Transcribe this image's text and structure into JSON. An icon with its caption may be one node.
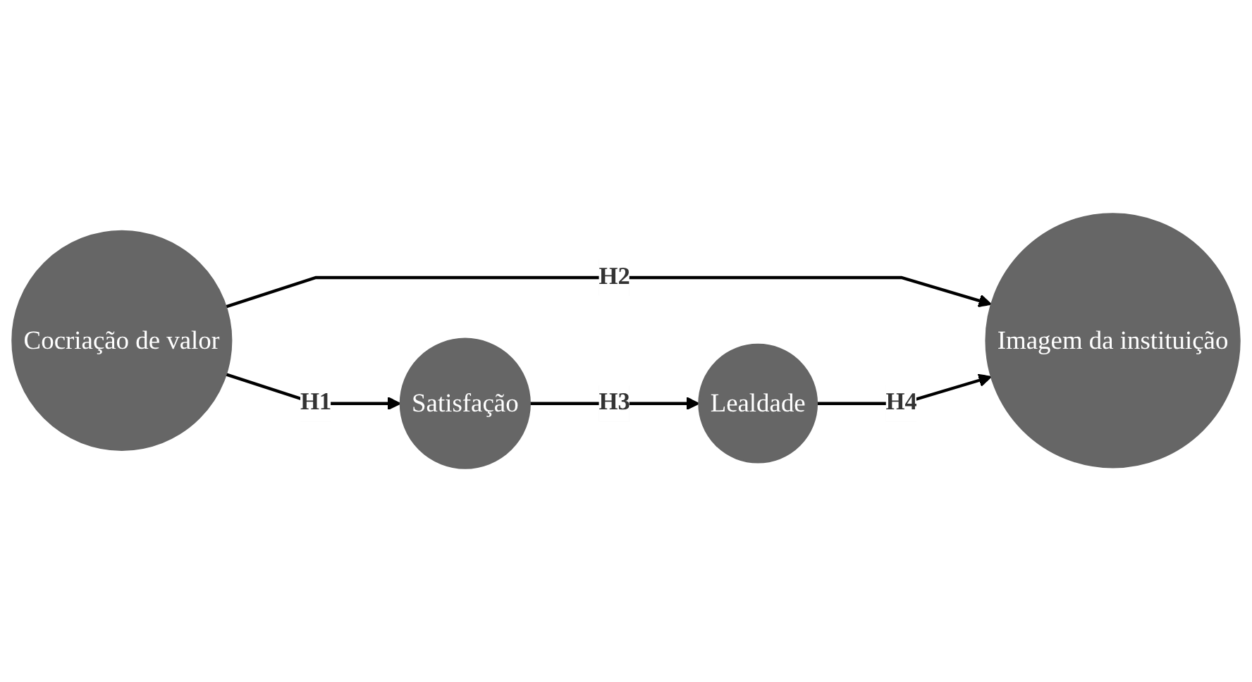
{
  "diagram": {
    "nodes": [
      {
        "text": [
          "Cocriação de valor"
        ]
      },
      {
        "text": [
          "Satisfação"
        ]
      },
      {
        "text": [
          "Lealdade"
        ]
      },
      {
        "text": [
          "Imagem da instituição"
        ]
      }
    ],
    "edges": [
      {
        "from": 0,
        "to": 1,
        "arrow": "to",
        "label": "H1"
      },
      {
        "from": 0,
        "to": 3,
        "arrow": "to",
        "label": "H2"
      },
      {
        "from": 1,
        "to": 2,
        "arrow": "to",
        "label": "H3"
      },
      {
        "from": 2,
        "to": 3,
        "arrow": "to",
        "label": "H4"
      }
    ]
  }
}
